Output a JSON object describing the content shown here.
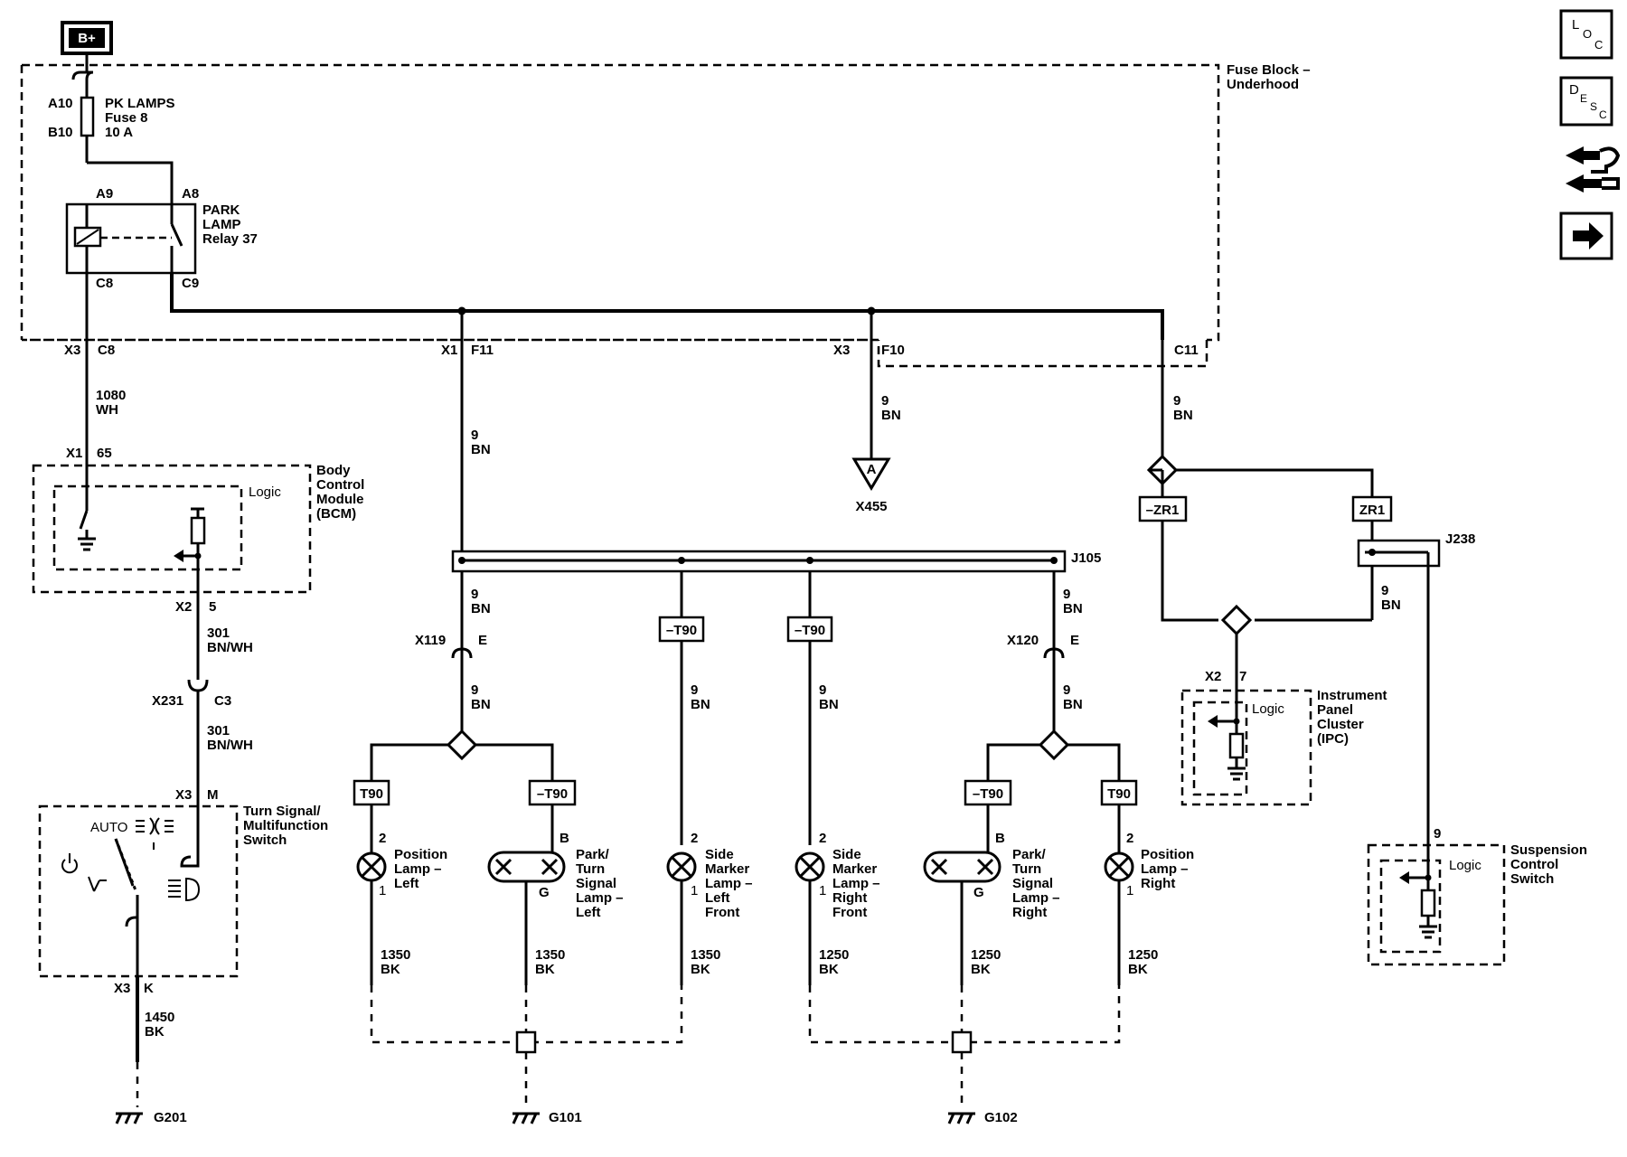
{
  "power": {
    "label": "B+"
  },
  "fuse_block": {
    "title_1": "Fuse Block –",
    "title_2": "Underhood"
  },
  "fuse": {
    "pin_top": "A10",
    "pin_bottom": "B10",
    "name": "PK LAMPS",
    "number": "Fuse 8",
    "rating": "10 A"
  },
  "relay": {
    "pin_a9": "A9",
    "pin_a8": "A8",
    "pin_c8": "C8",
    "pin_c9": "C9",
    "line1": "PARK",
    "line2": "LAMP",
    "line3": "Relay 37"
  },
  "connectors": {
    "x3_c8": {
      "conn": "X3",
      "pin": "C8"
    },
    "x1_f11": {
      "conn": "X1",
      "pin": "F11"
    },
    "x3_f10": {
      "conn": "X3",
      "pin": "F10"
    },
    "c11": {
      "pin": "C11"
    },
    "bcm_in": {
      "conn": "X1",
      "pin": "65"
    },
    "bcm_out": {
      "conn": "X2",
      "pin": "5"
    },
    "x231": {
      "conn": "X231",
      "pin": "C3"
    },
    "switch_m": {
      "conn": "X3",
      "pin": "M"
    },
    "switch_k": {
      "conn": "X3",
      "pin": "K"
    },
    "x119": {
      "conn": "X119",
      "pin": "E"
    },
    "x120": {
      "conn": "X120",
      "pin": "E"
    },
    "ipc_in": {
      "conn": "X2",
      "pin": "7"
    },
    "susp_pin": {
      "pin": "9"
    }
  },
  "wires": {
    "w1080": {
      "circuit": "1080",
      "color": "WH"
    },
    "w301a": {
      "circuit": "301",
      "color": "BN/WH"
    },
    "w301b": {
      "circuit": "301",
      "color": "BN/WH"
    },
    "w1450": {
      "circuit": "1450",
      "color": "BK"
    },
    "f11_main": {
      "circuit": "9",
      "color": "BN"
    },
    "f10_drop": {
      "circuit": "9",
      "color": "BN"
    },
    "c11_drop": {
      "circuit": "9",
      "color": "BN"
    },
    "x119_up": {
      "circuit": "9",
      "color": "BN"
    },
    "x119_dn": {
      "circuit": "9",
      "color": "BN"
    },
    "side_lf": {
      "circuit": "9",
      "color": "BN"
    },
    "side_rf": {
      "circuit": "9",
      "color": "BN"
    },
    "x120_up": {
      "circuit": "9",
      "color": "BN"
    },
    "x120_dn": {
      "circuit": "9",
      "color": "BN"
    },
    "j238_dn": {
      "circuit": "9",
      "color": "BN"
    },
    "g1": {
      "circuit": "1350",
      "color": "BK"
    },
    "g2": {
      "circuit": "1350",
      "color": "BK"
    },
    "g3": {
      "circuit": "1350",
      "color": "BK"
    },
    "g4": {
      "circuit": "1250",
      "color": "BK"
    },
    "g5": {
      "circuit": "1250",
      "color": "BK"
    },
    "g6": {
      "circuit": "1250",
      "color": "BK"
    }
  },
  "offpage": {
    "letter": "A",
    "label": "X455"
  },
  "splice_pack": {
    "left": "J105",
    "right": "J238"
  },
  "options": {
    "t90": "T90",
    "not_t90": "–T90",
    "zr1": "ZR1",
    "not_zr1": "–ZR1"
  },
  "bcm": {
    "logic": "Logic",
    "line1": "Body",
    "line2": "Control",
    "line3": "Module",
    "line4": "(BCM)"
  },
  "ipc": {
    "logic": "Logic",
    "line1": "Instrument",
    "line2": "Panel",
    "line3": "Cluster",
    "line4": "(IPC)"
  },
  "suspension": {
    "logic": "Logic",
    "line1": "Suspension",
    "line2": "Control",
    "line3": "Switch"
  },
  "turn_switch": {
    "line1": "Turn Signal/",
    "line2": "Multifunction",
    "line3": "Switch",
    "auto": "AUTO"
  },
  "lamps": {
    "pos_left": {
      "pin_top": "2",
      "pin_bot": "1",
      "line1": "Position",
      "line2": "Lamp –",
      "line3": "Left"
    },
    "park_left": {
      "pin_top": "B",
      "pin_bot": "G",
      "line1": "Park/",
      "line2": "Turn",
      "line3": "Signal",
      "line4": "Lamp –",
      "line5": "Left"
    },
    "side_lf": {
      "pin_top": "2",
      "pin_bot": "1",
      "line1": "Side",
      "line2": "Marker",
      "line3": "Lamp –",
      "line4": "Left",
      "line5": "Front"
    },
    "side_rf": {
      "pin_top": "2",
      "pin_bot": "1",
      "line1": "Side",
      "line2": "Marker",
      "line3": "Lamp –",
      "line4": "Right",
      "line5": "Front"
    },
    "park_right": {
      "pin_top": "B",
      "pin_bot": "G",
      "line1": "Park/",
      "line2": "Turn",
      "line3": "Signal",
      "line4": "Lamp –",
      "line5": "Right"
    },
    "pos_right": {
      "pin_top": "2",
      "pin_bot": "1",
      "line1": "Position",
      "line2": "Lamp –",
      "line3": "Right"
    }
  },
  "grounds": {
    "g201": "G201",
    "g101": "G101",
    "g102": "G102"
  },
  "nav": {
    "loc_1": "L",
    "loc_2": "O",
    "loc_3": "C",
    "desc_1": "D",
    "desc_2": "E",
    "desc_3": "S",
    "desc_4": "C"
  },
  "colors": {
    "ink": "#000000",
    "paper": "#ffffff"
  }
}
